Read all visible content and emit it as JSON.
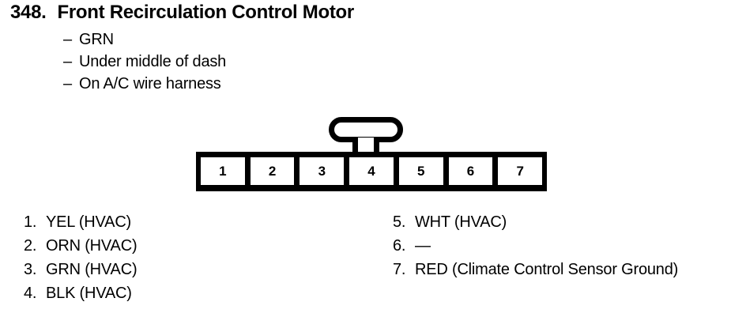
{
  "header": {
    "item_number": "348.",
    "title": "Front Recirculation Control Motor",
    "bullets": [
      {
        "dash": "–",
        "text": "GRN"
      },
      {
        "dash": "–",
        "text": "Under middle of dash"
      },
      {
        "dash": "–",
        "text": "On A/C wire harness"
      }
    ]
  },
  "connector": {
    "name": "7-cavity-connector",
    "latch_icon": "connector-latch-tab-icon",
    "pin_count": 7,
    "cavities": [
      {
        "number": "1"
      },
      {
        "number": "2"
      },
      {
        "number": "3"
      },
      {
        "number": "4"
      },
      {
        "number": "5"
      },
      {
        "number": "6"
      },
      {
        "number": "7"
      }
    ]
  },
  "legend": {
    "left_column": [
      {
        "num": "1.",
        "label": "YEL (HVAC)"
      },
      {
        "num": "2.",
        "label": "ORN (HVAC)"
      },
      {
        "num": "3.",
        "label": "GRN (HVAC)"
      },
      {
        "num": "4.",
        "label": "BLK (HVAC)"
      }
    ],
    "right_column": [
      {
        "num": "5.",
        "label": "WHT (HVAC)"
      },
      {
        "num": "6.",
        "label": "—"
      },
      {
        "num": "7.",
        "label": "RED (Climate Control Sensor Ground)"
      }
    ]
  },
  "colors": {
    "ink": "#000000",
    "paper": "#ffffff"
  }
}
